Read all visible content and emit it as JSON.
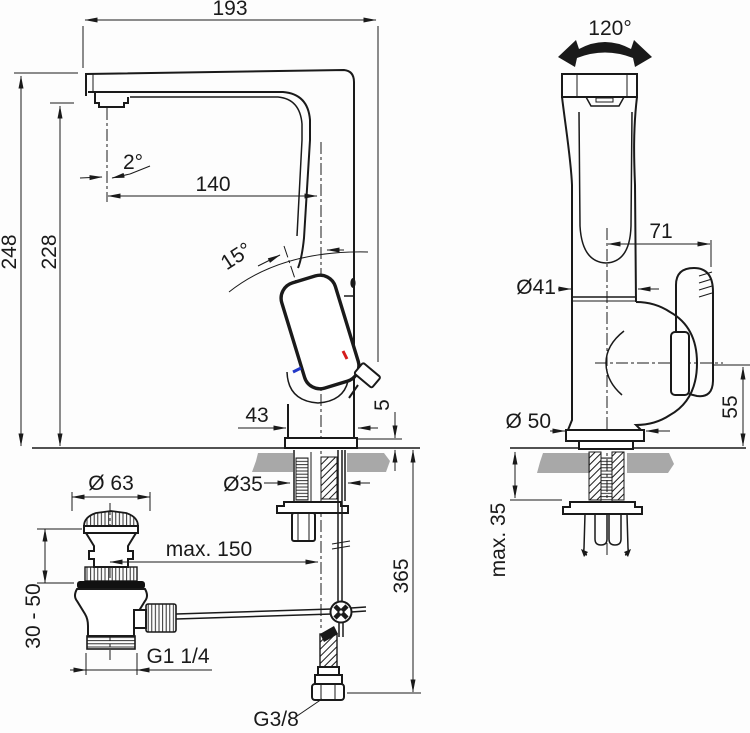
{
  "drawing": {
    "type": "technical-dimension-drawing",
    "subject": "single-lever basin mixer tap with pop-up waste, side view and front view"
  },
  "labels": {
    "overall_width": "193",
    "spout_angle": "2°",
    "spout_reach": "140",
    "total_height": "248",
    "spout_height": "228",
    "handle_angle": "15°",
    "neck_width": "43",
    "base_clearance": "5",
    "swivel_angle": "120°",
    "handle_offset": "71",
    "column_diameter": "Ø41",
    "base_diameter": "Ø 50",
    "handle_height": "55",
    "waste_diameter": "Ø 63",
    "shank_diameter": "Ø35",
    "rod_length": "max. 150",
    "waste_range": "30 - 50",
    "hose_length": "365",
    "deck_thickness": "max. 35",
    "waste_thread": "G1 1/4",
    "hose_thread": "G3/8"
  },
  "colors": {
    "line": "#1a1a1a",
    "countertop": "#a8a8a8",
    "hot_marker": "#d41b1b",
    "cold_marker": "#2238c8"
  }
}
